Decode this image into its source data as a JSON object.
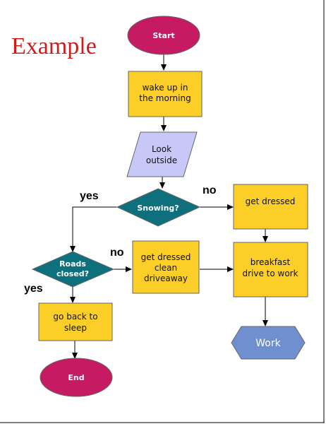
{
  "title": "Example",
  "colors": {
    "terminal": "#c61a62",
    "process": "#fbcf27",
    "io": "#c7c7f8",
    "decision": "#0e6f7d",
    "work": "#6f8fcf"
  },
  "nodes": {
    "start": "Start",
    "wake": [
      "wake up in",
      "the morning"
    ],
    "look": [
      "Look",
      "outside"
    ],
    "snowing": "Snowing?",
    "get_dressed": "get dressed",
    "roads": [
      "Roads",
      "closed?"
    ],
    "clean": [
      "get dressed",
      "clean",
      "driveaway"
    ],
    "breakfast": [
      "breakfast",
      "drive to work"
    ],
    "goback": [
      "go back to",
      "sleep"
    ],
    "work": "Work",
    "end": "End"
  },
  "edge_labels": {
    "yes_snow": "yes",
    "no_snow": "no",
    "no_roads": "no",
    "yes_roads": "yes"
  }
}
